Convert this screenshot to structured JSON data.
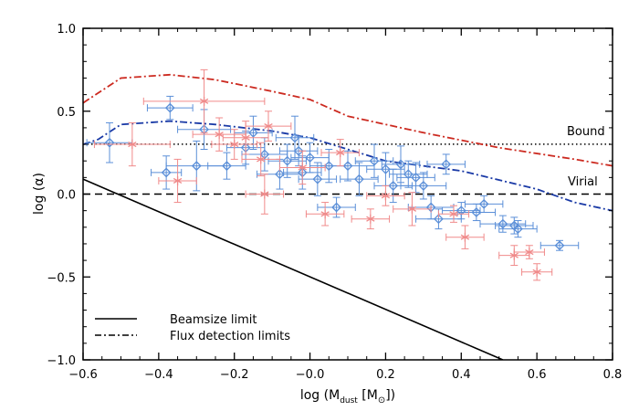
{
  "chart_data": {
    "type": "scatter",
    "xlabel": "log (M",
    "xlabel_sub": "dust",
    "xlabel_unit": " [M",
    "xlabel_sun": "⊙",
    "xlabel_end": "])",
    "ylabel": "log (α)",
    "xlim": [
      -0.6,
      0.8
    ],
    "ylim": [
      -1.0,
      1.0
    ],
    "xticks": [
      -0.6,
      -0.4,
      -0.2,
      0.0,
      0.2,
      0.4,
      0.6,
      0.8
    ],
    "xtick_labels": [
      "−0.6",
      "−0.4",
      "−0.2",
      "−0.0",
      "0.2",
      "0.4",
      "0.6",
      "0.8"
    ],
    "yticks": [
      -1.0,
      -0.5,
      0.0,
      0.5,
      1.0
    ],
    "ytick_labels": [
      "−1.0",
      "−0.5",
      "0.0",
      "0.5",
      "1.0"
    ],
    "grid": false,
    "annotations": [
      {
        "text": "Bound",
        "x": 0.63,
        "y": 0.335
      },
      {
        "text": "Virial",
        "x": 0.64,
        "y": 0.035
      }
    ],
    "legend": {
      "position": "bottom-left",
      "entries": [
        {
          "label": "Beamsize limit",
          "style": "solid"
        },
        {
          "label": "Flux detection limits",
          "style": "dash-dot"
        }
      ]
    },
    "colors": {
      "blue": "#5b8fd8",
      "pink": "#f08a8a",
      "dark_red": "#cc2a20",
      "dark_blue": "#1a3aa6"
    },
    "reference_lines": [
      {
        "name": "bound",
        "y": 0.301,
        "style": "dotted"
      },
      {
        "name": "virial",
        "y": 0.0,
        "style": "dashed"
      }
    ],
    "beamsize_limit": {
      "x": [
        -0.6,
        0.51
      ],
      "y": [
        0.09,
        -1.0
      ]
    },
    "flux_limit_upper": {
      "x": [
        -0.6,
        -0.5,
        -0.37,
        -0.25,
        -0.1,
        0.0,
        0.1,
        0.3,
        0.5,
        0.7,
        0.8
      ],
      "y": [
        0.55,
        0.7,
        0.72,
        0.69,
        0.62,
        0.57,
        0.47,
        0.37,
        0.28,
        0.21,
        0.17
      ]
    },
    "flux_limit_lower": {
      "x": [
        -0.6,
        -0.56,
        -0.5,
        -0.37,
        -0.25,
        -0.1,
        0.0,
        0.1,
        0.2,
        0.4,
        0.6,
        0.7,
        0.8
      ],
      "y": [
        0.3,
        0.33,
        0.42,
        0.44,
        0.42,
        0.38,
        0.34,
        0.27,
        0.2,
        0.14,
        0.03,
        -0.05,
        -0.1
      ]
    },
    "series": [
      {
        "marker": "diamond",
        "color": "blue",
        "points": [
          {
            "x": -0.53,
            "y": 0.31,
            "xerr": 0.06,
            "yerr": 0.12
          },
          {
            "x": -0.38,
            "y": 0.13,
            "xerr": 0.04,
            "yerr": 0.1
          },
          {
            "x": -0.37,
            "y": 0.52,
            "xerr": 0.06,
            "yerr": 0.07
          },
          {
            "x": -0.3,
            "y": 0.17,
            "xerr": 0.08,
            "yerr": 0.15
          },
          {
            "x": -0.28,
            "y": 0.39,
            "xerr": 0.07,
            "yerr": 0.12
          },
          {
            "x": -0.22,
            "y": 0.17,
            "xerr": 0.05,
            "yerr": 0.08
          },
          {
            "x": -0.17,
            "y": 0.28,
            "xerr": 0.05,
            "yerr": 0.1
          },
          {
            "x": -0.15,
            "y": 0.37,
            "xerr": 0.05,
            "yerr": 0.1
          },
          {
            "x": -0.12,
            "y": 0.24,
            "xerr": 0.06,
            "yerr": 0.1
          },
          {
            "x": -0.08,
            "y": 0.12,
            "xerr": 0.06,
            "yerr": 0.09
          },
          {
            "x": -0.06,
            "y": 0.2,
            "xerr": 0.05,
            "yerr": 0.1
          },
          {
            "x": -0.04,
            "y": 0.34,
            "xerr": 0.05,
            "yerr": 0.13
          },
          {
            "x": -0.03,
            "y": 0.26,
            "xerr": 0.05,
            "yerr": 0.09
          },
          {
            "x": -0.02,
            "y": 0.13,
            "xerr": 0.05,
            "yerr": 0.1
          },
          {
            "x": 0.0,
            "y": 0.22,
            "xerr": 0.05,
            "yerr": 0.09
          },
          {
            "x": 0.02,
            "y": 0.09,
            "xerr": 0.05,
            "yerr": 0.1
          },
          {
            "x": 0.05,
            "y": 0.17,
            "xerr": 0.05,
            "yerr": 0.1
          },
          {
            "x": 0.07,
            "y": -0.08,
            "xerr": 0.05,
            "yerr": 0.06
          },
          {
            "x": 0.1,
            "y": 0.17,
            "xerr": 0.07,
            "yerr": 0.09
          },
          {
            "x": 0.13,
            "y": 0.09,
            "xerr": 0.05,
            "yerr": 0.1
          },
          {
            "x": 0.17,
            "y": 0.2,
            "xerr": 0.05,
            "yerr": 0.1
          },
          {
            "x": 0.2,
            "y": 0.15,
            "xerr": 0.05,
            "yerr": 0.1
          },
          {
            "x": 0.22,
            "y": 0.05,
            "xerr": 0.05,
            "yerr": 0.1
          },
          {
            "x": 0.24,
            "y": 0.18,
            "xerr": 0.05,
            "yerr": 0.11
          },
          {
            "x": 0.26,
            "y": 0.12,
            "xerr": 0.05,
            "yerr": 0.08
          },
          {
            "x": 0.28,
            "y": 0.1,
            "xerr": 0.05,
            "yerr": 0.09
          },
          {
            "x": 0.3,
            "y": 0.05,
            "xerr": 0.06,
            "yerr": 0.08
          },
          {
            "x": 0.32,
            "y": -0.08,
            "xerr": 0.06,
            "yerr": 0.07
          },
          {
            "x": 0.34,
            "y": -0.15,
            "xerr": 0.06,
            "yerr": 0.06
          },
          {
            "x": 0.36,
            "y": 0.18,
            "xerr": 0.05,
            "yerr": 0.06
          },
          {
            "x": 0.4,
            "y": -0.1,
            "xerr": 0.05,
            "yerr": 0.05
          },
          {
            "x": 0.44,
            "y": -0.11,
            "xerr": 0.05,
            "yerr": 0.05
          },
          {
            "x": 0.46,
            "y": -0.06,
            "xerr": 0.05,
            "yerr": 0.05
          },
          {
            "x": 0.51,
            "y": -0.18,
            "xerr": 0.06,
            "yerr": 0.05
          },
          {
            "x": 0.54,
            "y": -0.19,
            "xerr": 0.05,
            "yerr": 0.05
          },
          {
            "x": 0.55,
            "y": -0.21,
            "xerr": 0.05,
            "yerr": 0.05
          },
          {
            "x": 0.66,
            "y": -0.31,
            "xerr": 0.05,
            "yerr": 0.03
          }
        ]
      },
      {
        "marker": "asterisk",
        "color": "pink",
        "points": [
          {
            "x": -0.47,
            "y": 0.3,
            "xerr": 0.1,
            "yerr": 0.13
          },
          {
            "x": -0.35,
            "y": 0.08,
            "xerr": 0.05,
            "yerr": 0.13
          },
          {
            "x": -0.28,
            "y": 0.56,
            "xerr": 0.16,
            "yerr": 0.19
          },
          {
            "x": -0.24,
            "y": 0.36,
            "xerr": 0.07,
            "yerr": 0.1
          },
          {
            "x": -0.2,
            "y": 0.3,
            "xerr": 0.06,
            "yerr": 0.09
          },
          {
            "x": -0.17,
            "y": 0.34,
            "xerr": 0.06,
            "yerr": 0.1
          },
          {
            "x": -0.13,
            "y": 0.21,
            "xerr": 0.05,
            "yerr": 0.1
          },
          {
            "x": -0.12,
            "y": 0.0,
            "xerr": 0.05,
            "yerr": 0.12
          },
          {
            "x": -0.11,
            "y": 0.41,
            "xerr": 0.06,
            "yerr": 0.09
          },
          {
            "x": -0.02,
            "y": 0.16,
            "xerr": 0.06,
            "yerr": 0.1
          },
          {
            "x": 0.04,
            "y": -0.12,
            "xerr": 0.05,
            "yerr": 0.07
          },
          {
            "x": 0.08,
            "y": 0.25,
            "xerr": 0.05,
            "yerr": 0.08
          },
          {
            "x": 0.16,
            "y": -0.15,
            "xerr": 0.05,
            "yerr": 0.06
          },
          {
            "x": 0.2,
            "y": -0.01,
            "xerr": 0.05,
            "yerr": 0.06
          },
          {
            "x": 0.27,
            "y": -0.09,
            "xerr": 0.05,
            "yerr": 0.1
          },
          {
            "x": 0.38,
            "y": -0.12,
            "xerr": 0.04,
            "yerr": 0.05
          },
          {
            "x": 0.41,
            "y": -0.26,
            "xerr": 0.05,
            "yerr": 0.07
          },
          {
            "x": 0.54,
            "y": -0.37,
            "xerr": 0.04,
            "yerr": 0.06
          },
          {
            "x": 0.58,
            "y": -0.35,
            "xerr": 0.04,
            "yerr": 0.04
          },
          {
            "x": 0.6,
            "y": -0.47,
            "xerr": 0.04,
            "yerr": 0.05
          }
        ]
      }
    ]
  }
}
